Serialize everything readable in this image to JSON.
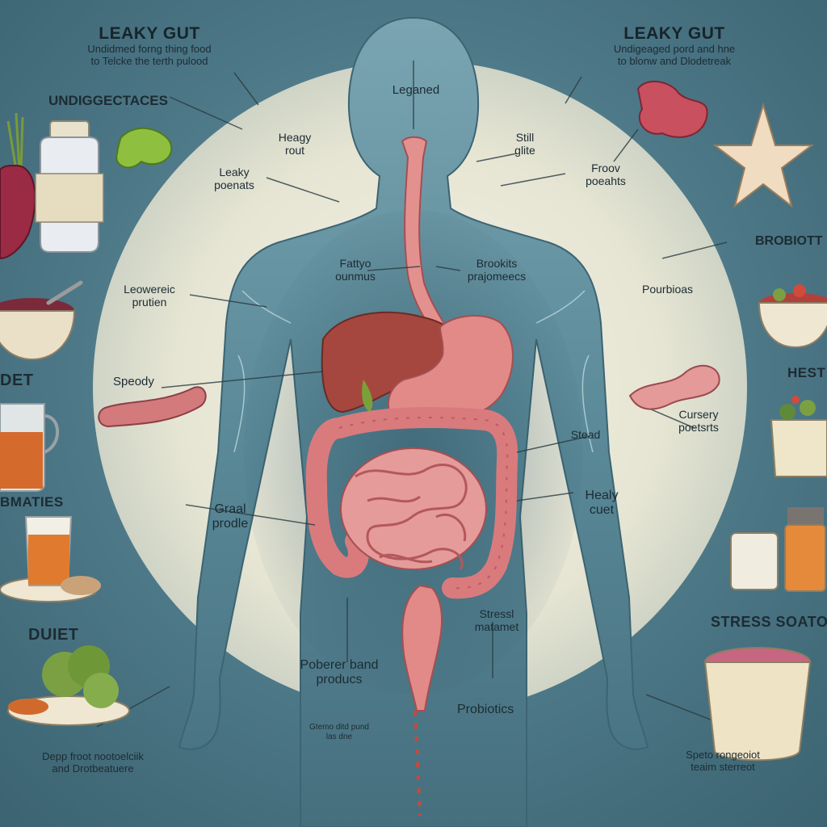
{
  "header_left": {
    "title": "LEAKY GUT",
    "subtitle_line1": "Undidmed forng thing food",
    "subtitle_line2": "to Telcke the terth pulood"
  },
  "header_right": {
    "title": "LEAKY GUT",
    "subtitle_line1": "Undigeaged pord and hne",
    "subtitle_line2": "to blonw and Dlodetreak"
  },
  "left_labels": {
    "undiggectaces": "UNDIGGECTACES",
    "leaky_poenats_1": "Leaky",
    "leaky_poenats_2": "poenats",
    "leowerc_1": "Leowereic",
    "leowerc_2": "prutien",
    "det": "DET",
    "speody": "Speody",
    "bmaties": "BMATIES",
    "graal_1": "Graal",
    "graal_2": "prodle",
    "duiet": "DUIET",
    "deep_1": "Depp froot nootoelciik",
    "deep_2": "and Drotbeatuere"
  },
  "body_labels": {
    "leganed": "Leganed",
    "heavy_1": "Heagy",
    "heavy_2": "rout",
    "fattyo_1": "Fattyo",
    "fattyo_2": "ounmus",
    "brookits_1": "Brookits",
    "brookits_2": "prajomeecs",
    "still_1": "Still",
    "still_2": "glite",
    "poberer_1": "Poberer band",
    "poberer_2": "producs",
    "stress_1": "Stressl",
    "stress_2": "matamet",
    "probiotics": "Probiotics",
    "small_1": "Gtemo ditd pund",
    "small_2": "las dne",
    "stead": "Stead",
    "heaty_1": "Healy",
    "heaty_2": "cuet"
  },
  "right_labels": {
    "froov_1": "Froov",
    "froov_2": "poeahts",
    "brobiott": "BROBIOTT",
    "pourbioas": "Pourbioas",
    "hest": "HEST",
    "cursery_1": "Cursery",
    "cursery_2": "poetsrts",
    "stress_soatoc": "STRESS SOATOC",
    "speto_1": "Speto rongeoiot",
    "speto_2": "teaim sterreot"
  },
  "colors": {
    "background": "#4d7887",
    "halo": "#ecebdc",
    "body": "#5b8a99",
    "organ": "#d9787a",
    "liver": "#a5473f",
    "text": "#1c2b33"
  },
  "icons": [
    "beet-icon",
    "bottle-icon",
    "green-pepper-icon",
    "bowl-icon",
    "sausage-icon",
    "juice-jug-icon",
    "juice-glass-icon",
    "broccoli-icon",
    "gut-piece-icon",
    "starfish-icon",
    "salad-bowl-icon",
    "gut-piece-icon",
    "plant-jar-icon",
    "supplement-jar-icon",
    "yogurt-tub-icon"
  ]
}
